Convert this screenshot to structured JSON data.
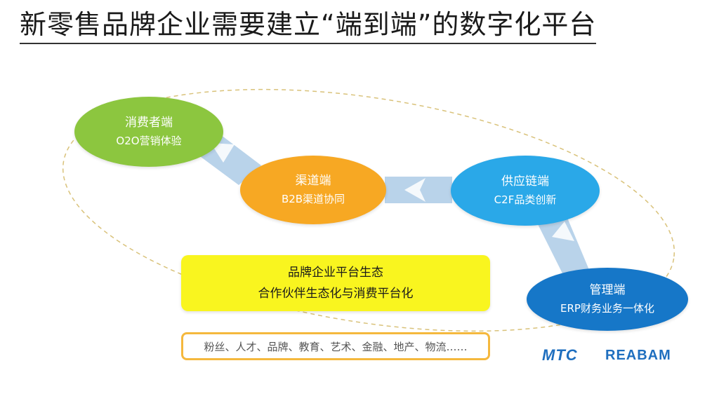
{
  "title": "新零售品牌企业需要建立“端到端”的数字化平台",
  "nodes": {
    "consumer": {
      "title": "消费者端",
      "subtitle": "O2O营销体验"
    },
    "channel": {
      "title": "渠道端",
      "subtitle": "B2B渠道协同"
    },
    "supply": {
      "title": "供应链端",
      "subtitle": "C2F品类创新"
    },
    "manage": {
      "title": "管理端",
      "subtitle": "ERP财务业务一体化"
    }
  },
  "ecosystem": {
    "line1": "品牌企业平台生态",
    "line2": "合作伙伴生态化与消费平台化"
  },
  "industries": "粉丝、人才、品牌、教育、艺术、金融、地产、物流……",
  "logos": {
    "mtc": "MTC",
    "reabam": "REABAM"
  },
  "colors": {
    "consumer": "#8cc63f",
    "channel": "#f7a823",
    "supply": "#2aa8e8",
    "manage": "#1677c8",
    "ecosystem": "#f9f51f",
    "arrow": "#b9d3ea"
  }
}
